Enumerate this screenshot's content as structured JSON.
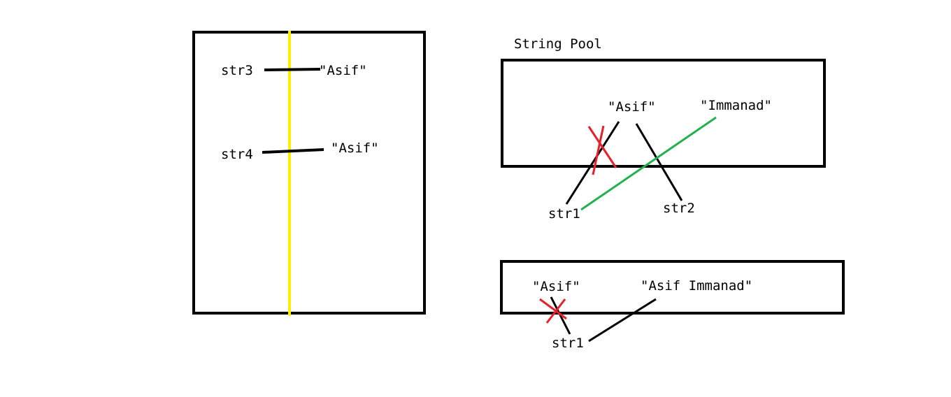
{
  "heap_box": {
    "labels": {
      "str3": "str3",
      "str3_value": "\"Asif\"",
      "str4": "str4",
      "str4_value": "\"Asif\""
    }
  },
  "string_pool": {
    "title": "String Pool",
    "literal_asif": "\"Asif\"",
    "literal_immanad": "\"Immanad\"",
    "ref_str1": "str1",
    "ref_str2": "str2"
  },
  "concat_pool": {
    "literal_asif": "\"Asif\"",
    "literal_asif_immanad": "\"Asif Immanad\"",
    "ref_str1": "str1"
  },
  "colors": {
    "outline": "#000000",
    "divider": "#ffee00",
    "crossed_out": "#e8202a",
    "reassigned": "#22b14c"
  }
}
